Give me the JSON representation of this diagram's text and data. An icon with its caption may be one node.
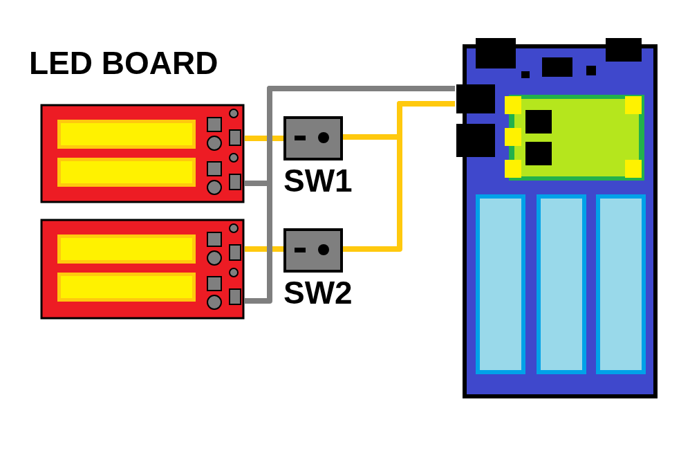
{
  "diagram": {
    "nodes": [
      {
        "text": [],
        "shape": "picture"
      },
      {
        "text": [],
        "shape": "picture"
      },
      {
        "text": [
          "SW1"
        ]
      },
      {
        "text": [
          "SW2"
        ]
      },
      {
        "text": [],
        "shape": "picture"
      }
    ],
    "edges": [
      {
        "from": 0,
        "to": 2,
        "arrow": "none"
      },
      {
        "from": 1,
        "to": 3,
        "arrow": "none"
      },
      {
        "from": 2,
        "to": 4,
        "arrow": "none"
      },
      {
        "from": 3,
        "to": 4,
        "arrow": "none"
      },
      {
        "from": 0,
        "to": 4,
        "arrow": "none",
        "color": "#7f7f7f"
      },
      {
        "from": 1,
        "to": 4,
        "arrow": "none",
        "color": "#7f7f7f"
      }
    ],
    "labels": [
      "LED BOARD"
    ]
  }
}
